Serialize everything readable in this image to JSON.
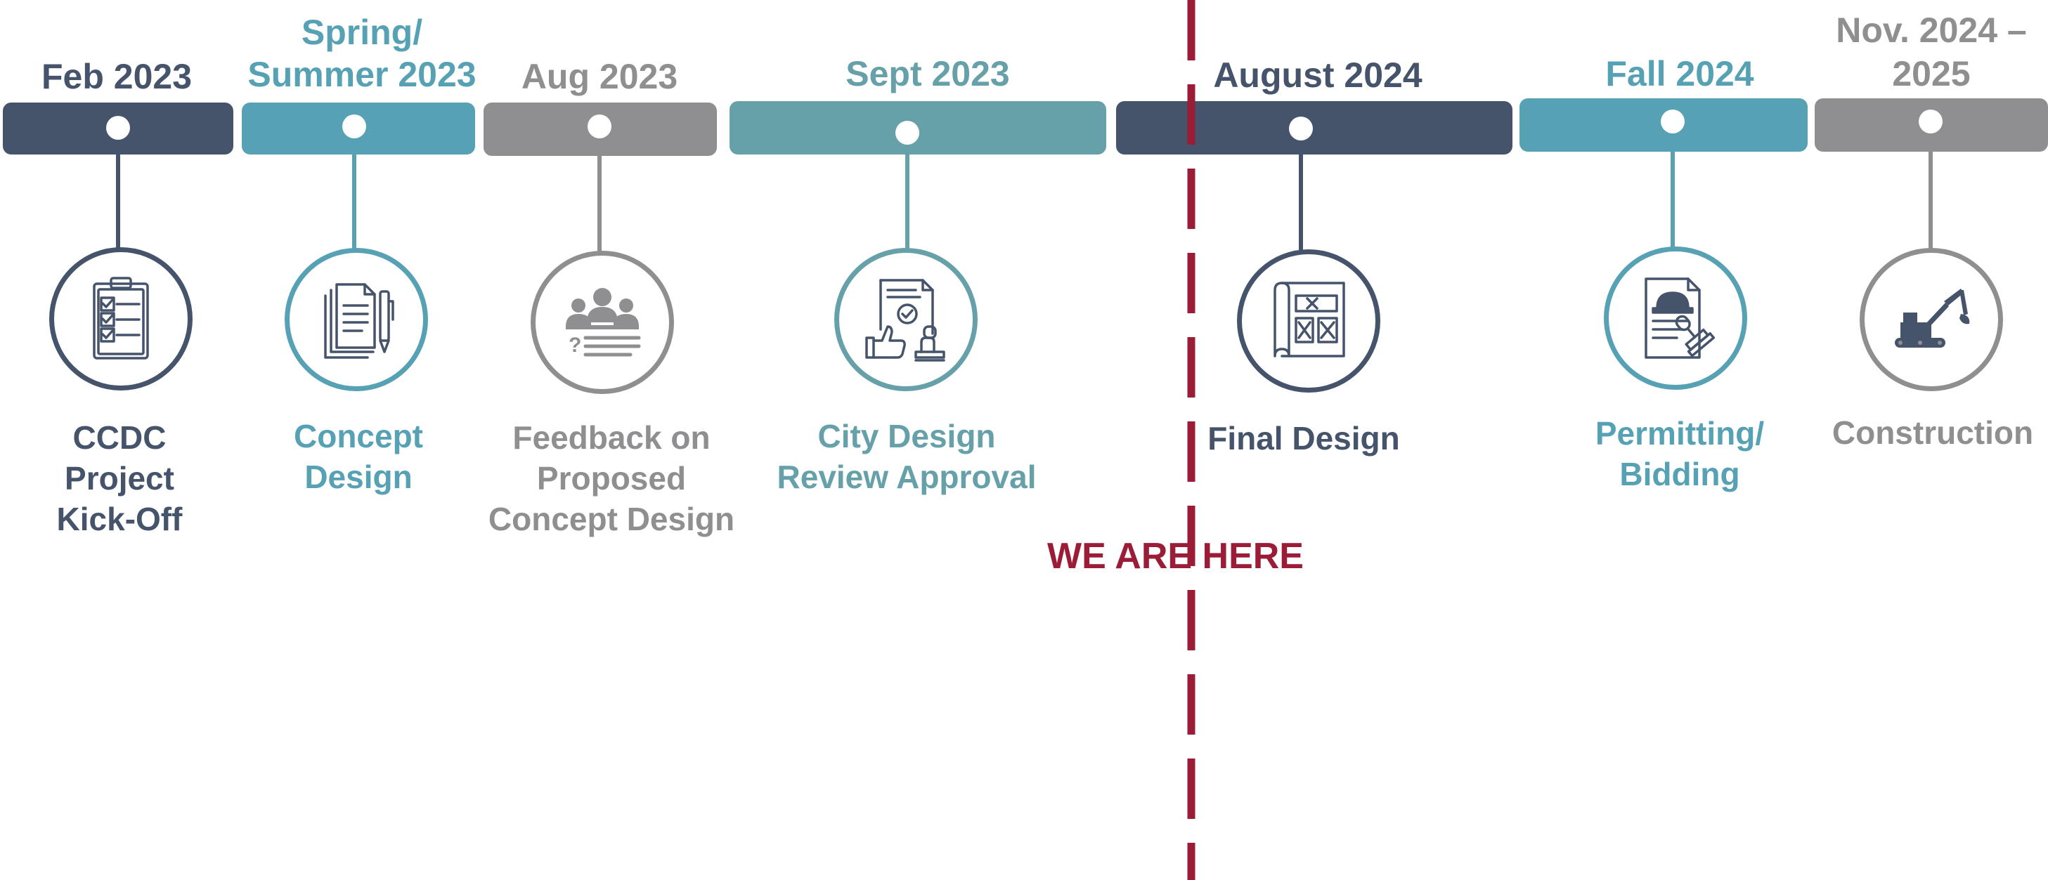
{
  "colors": {
    "navy": "#45546b",
    "teal": "#56a2b4",
    "gray": "#8f8f91",
    "sea": "#66a0a8",
    "marker": "#9b1c36"
  },
  "milestones": [
    {
      "date": "Feb 2023",
      "label": "CCDC\nProject\nKick-Off",
      "icon": "clipboard-checklist-icon"
    },
    {
      "date": "Spring/\nSummer 2023",
      "label": "Concept\nDesign",
      "icon": "documents-pen-icon"
    },
    {
      "date": "Aug 2023",
      "label": "Feedback on\nProposed\nConcept Design",
      "icon": "audience-feedback-icon"
    },
    {
      "date": "Sept 2023",
      "label": "City Design\nReview Approval",
      "icon": "approval-document-stamp-icon"
    },
    {
      "date": "August 2024",
      "label": "Final Design",
      "icon": "blueprint-icon"
    },
    {
      "date": "Fall 2024",
      "label": "Permitting/\nBidding",
      "icon": "permit-hardhat-stamp-icon"
    },
    {
      "date": "Nov. 2024 –\n2025",
      "label": "Construction",
      "icon": "excavator-icon"
    }
  ],
  "marker": {
    "label": "WE ARE HERE"
  }
}
